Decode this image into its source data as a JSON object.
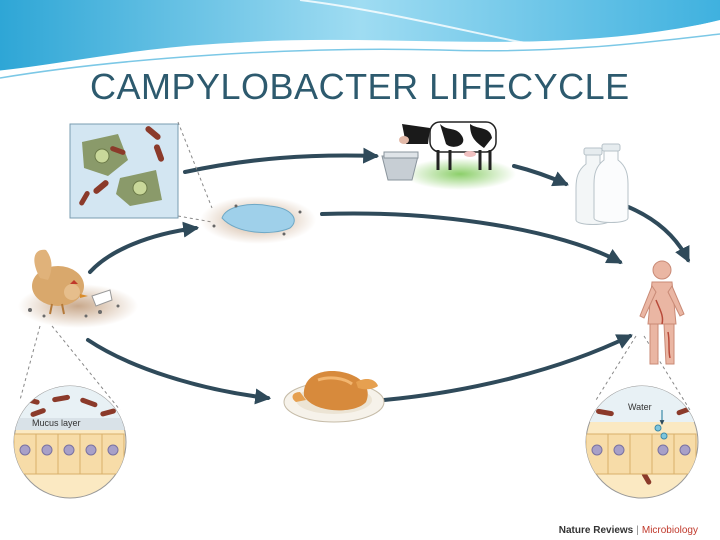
{
  "slide": {
    "title": "CAMPYLOBACTER LIFECYCLE"
  },
  "diagram": {
    "labels": {
      "mucus_layer": "Mucus layer",
      "water": "Water"
    },
    "credit": {
      "publisher": "Nature Reviews",
      "journal": "Microbiology"
    }
  },
  "colors": {
    "title": "#2d5a6e",
    "arrow": "#2f4a5a",
    "banner_light": "#bfe6f5",
    "banner_dark": "#5bb8dd",
    "journal": "#c0392b"
  }
}
